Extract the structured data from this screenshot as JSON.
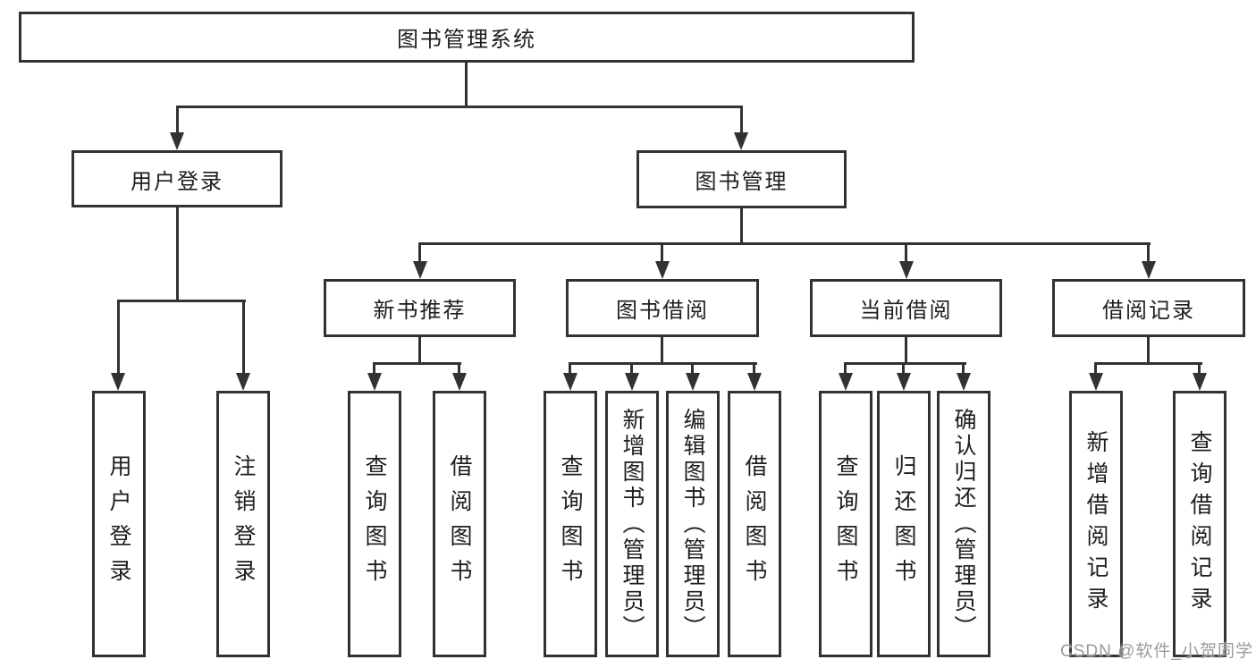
{
  "tree": {
    "label": "图书管理系统",
    "children": [
      {
        "label": "用户登录",
        "children": [
          {
            "label": "用户登录"
          },
          {
            "label": "注销登录"
          }
        ]
      },
      {
        "label": "图书管理",
        "children": [
          {
            "label": "新书推荐",
            "children": [
              {
                "label": "查询图书"
              },
              {
                "label": "借阅图书"
              }
            ]
          },
          {
            "label": "图书借阅",
            "children": [
              {
                "label": "查询图书"
              },
              {
                "label": "新增图书（管理员）"
              },
              {
                "label": "编辑图书（管理员）"
              },
              {
                "label": "借阅图书"
              }
            ]
          },
          {
            "label": "当前借阅",
            "children": [
              {
                "label": "查询图书"
              },
              {
                "label": "归还图书"
              },
              {
                "label": "确认归还（管理员）"
              }
            ]
          },
          {
            "label": "借阅记录",
            "children": [
              {
                "label": "新增借阅记录"
              },
              {
                "label": "查询借阅记录"
              }
            ]
          }
        ]
      }
    ]
  },
  "watermark": {
    "text": "CSDN @软件_小贺同学"
  },
  "colors": {
    "line": "#323232",
    "text": "#1e1e1e",
    "background": "#ffffff",
    "watermark": "#9b9b9b"
  }
}
